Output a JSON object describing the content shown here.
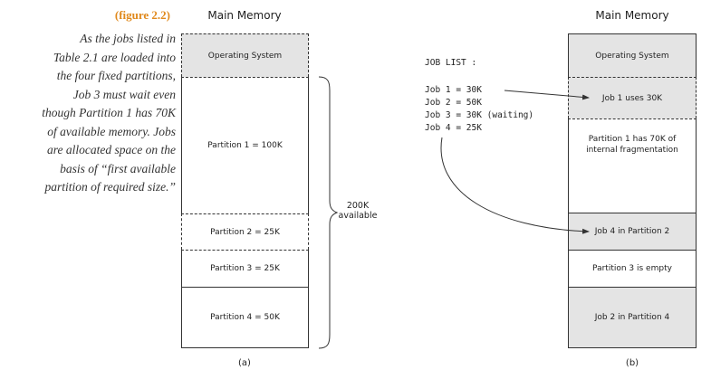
{
  "caption": {
    "figure_label": "(figure 2.2)",
    "lines": [
      "As the jobs listed in",
      "Table 2.1 are loaded into",
      "the four fixed partitions,",
      "Job 3 must wait even",
      "though Partition 1 has 70K",
      "of available memory. Jobs",
      "are allocated space on the",
      "basis of “first available",
      "partition of required size.”"
    ]
  },
  "diagram_a": {
    "title": "Main Memory",
    "sublabel": "(a)",
    "blocks": [
      "Operating System",
      "Partition 1 = 100K",
      "Partition 2 = 25K",
      "Partition 3 = 25K",
      "Partition 4 = 50K"
    ],
    "brace_label": [
      "200K",
      "available"
    ]
  },
  "job_list": {
    "title": "JOB LIST :",
    "items": [
      "Job 1 = 30K",
      "Job 2 = 50K",
      "Job 3 = 30K (waiting)",
      "Job 4 = 25K"
    ]
  },
  "diagram_b": {
    "title": "Main Memory",
    "sublabel": "(b)",
    "blocks": [
      "Operating System",
      "Job 1 uses 30K",
      "Partition 1 has 70K of internal fragmentation",
      "Job 4 in Partition 2",
      "Partition 3 is empty",
      "Job 2 in Partition 4"
    ]
  },
  "colors": {
    "figure_label": "#e0891c",
    "block_fill": "#e4e4e4",
    "line": "#333333"
  }
}
